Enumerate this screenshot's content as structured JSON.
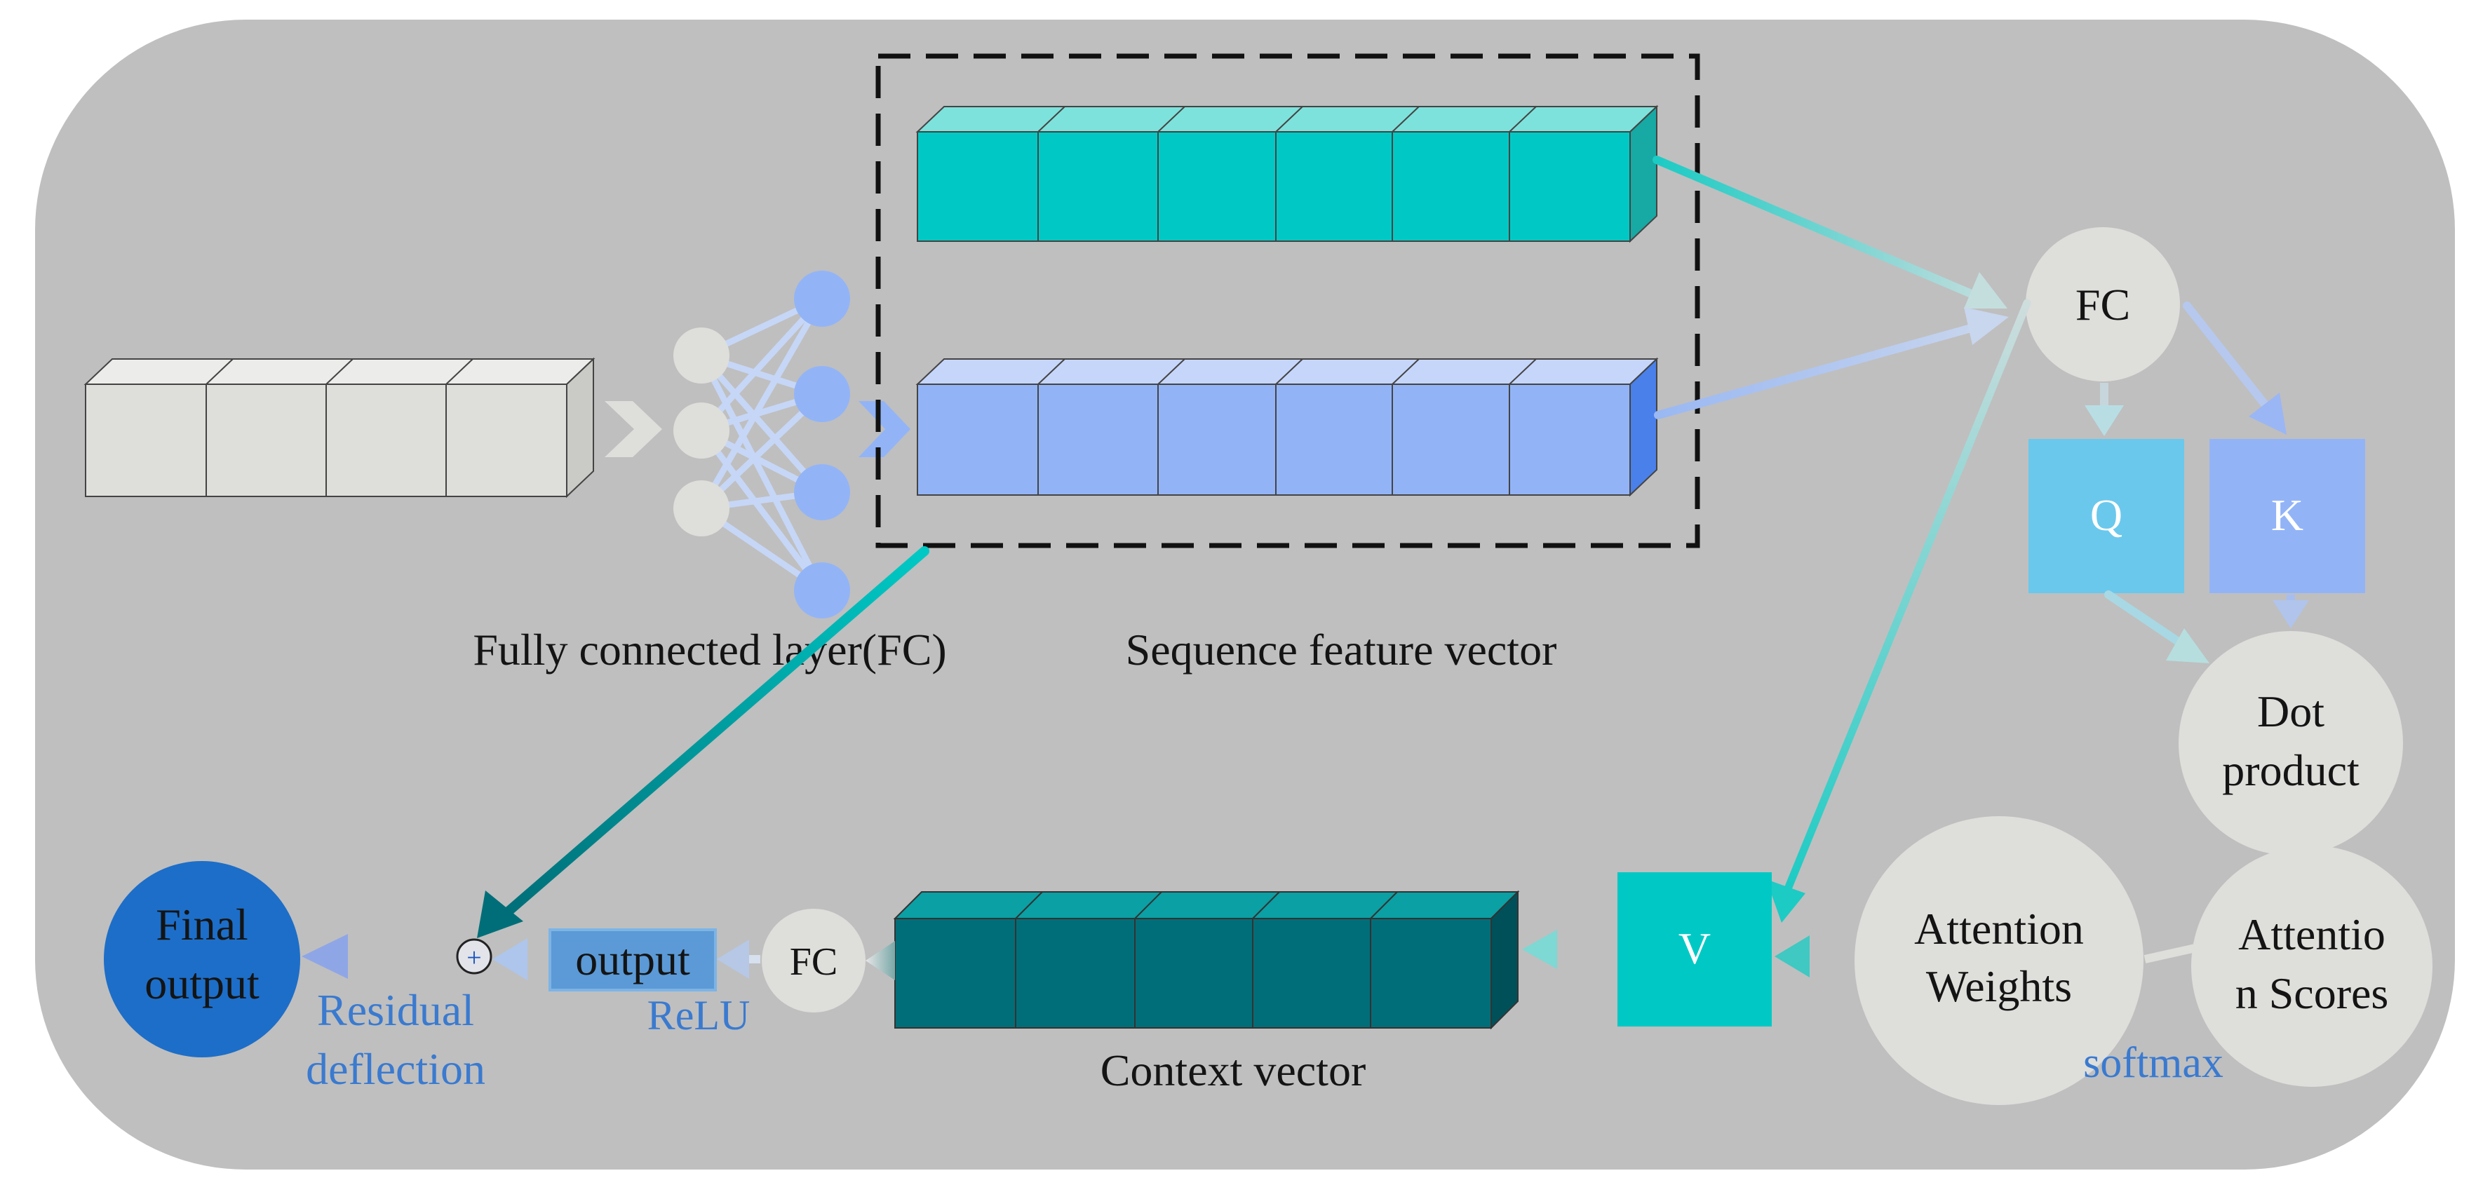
{
  "labels": {
    "fc_layer": "Fully connected layer(FC)",
    "sequence_feature_vector": "Sequence feature vector",
    "fc_node_top": "FC",
    "q_box": "Q",
    "k_box": "K",
    "dot_product_line1": "Dot",
    "dot_product_line2": "product",
    "attention_scores_line1": "Attentio",
    "attention_scores_line2": "n Scores",
    "attention_weights_line1": "Attention",
    "attention_weights_line2": "Weights",
    "softmax": "softmax",
    "v_box": "V",
    "context_vector": "Context vector",
    "fc_node_bottom": "FC",
    "relu": "ReLU",
    "output_box": "output",
    "plus_symbol": "+",
    "residual_line1": "Residual",
    "residual_line2": "deflection",
    "final_output_line1": "Final",
    "final_output_line2": "output"
  },
  "colors": {
    "panel_background": "#bfbfbf",
    "input_vector": "#dededb",
    "teal_vector": "#00c9c5",
    "blue_vector": "#92b4f7",
    "context_vector": "#006e78",
    "q_box": "#6ac8ec",
    "k_box": "#92b4f7",
    "v_box": "#00c9c5",
    "output_box": "#5b9ad6",
    "final_output": "#1d6ec8",
    "annotation_blue": "#3a7ad0",
    "node_gray": "#dededb",
    "node_blue": "#92b4f7",
    "dashed_frame": "#111111"
  }
}
